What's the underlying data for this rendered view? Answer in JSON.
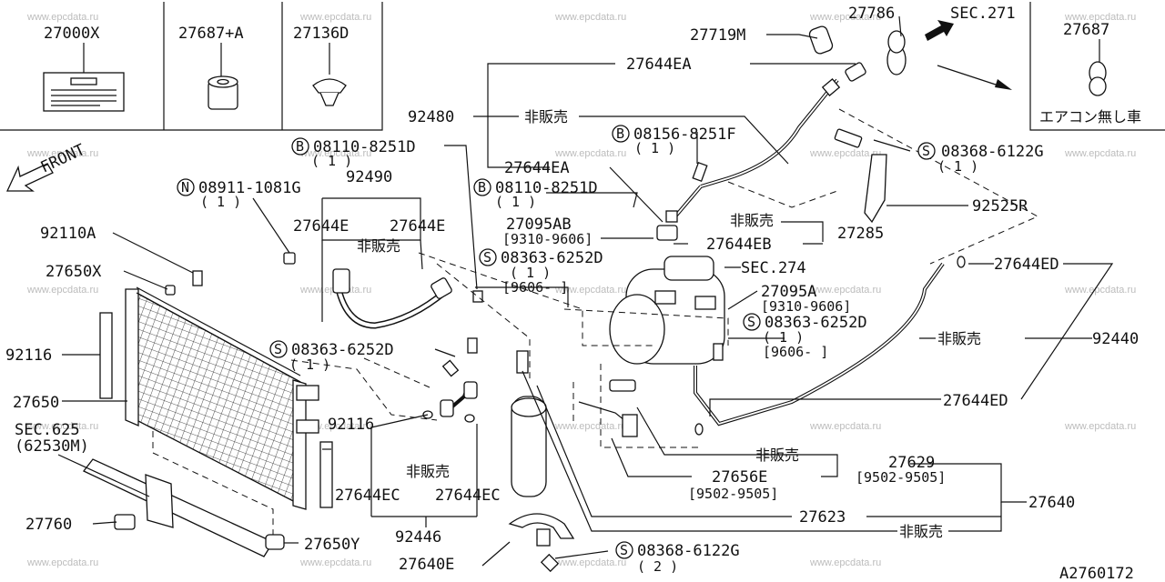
{
  "watermark": "www.epcdata.ru",
  "diagram_id": "A2760172",
  "front_label": "FRONT",
  "sec_271": "SEC.271",
  "sec_274": "SEC.274",
  "sec_625": "SEC.625",
  "sec_625_sub": "(62530M)",
  "inset_note": "エアコン無し車",
  "not_sold": "非販売",
  "parts": {
    "p27000X": "27000X",
    "p27687A": "27687+A",
    "p27136D": "27136D",
    "p27687": "27687",
    "p27786": "27786",
    "p27719M": "27719M",
    "p27644EA_top": "27644EA",
    "p92480": "92480",
    "b08156": "08156-8251F",
    "b08156_q": "( 1 )",
    "s08368_top": "08368-6122G",
    "s08368_top_q": "( 1 )",
    "p27644EA_mid": "27644EA",
    "p92525R": "92525R",
    "b08110_top": "08110-8251D",
    "b08110_top_q": "( 1 )",
    "p92490": "92490",
    "n08911": "08911-1081G",
    "n08911_q": "( 1 )",
    "b08110_mid": "08110-8251D",
    "b08110_mid_q": "( 1 )",
    "p27095AB": "27095AB",
    "p27095AB_d": "[9310-9606]",
    "p27285": "27285",
    "p27644EB": "27644EB",
    "p92110A": "92110A",
    "p27644E_1": "27644E",
    "p27644E_2": "27644E",
    "s08363_top": "08363-6252D",
    "s08363_top_q": "( 1 )",
    "s08363_top_d": "[9606-    ]",
    "p27644ED_top": "27644ED",
    "p27650X": "27650X",
    "p27095A": "27095A",
    "p27095A_d": "[9310-9606]",
    "s08363_right": "08363-6252D",
    "s08363_right_q": "( 1 )",
    "s08363_right_d": "[9606-    ]",
    "p92440": "92440",
    "p92116_left": "92116",
    "s08363_left": "08363-6252D",
    "s08363_left_q": "( 1 )",
    "p27644ED_bot": "27644ED",
    "p27650": "27650",
    "p92116_right": "92116",
    "p27629": "27629",
    "p27629_d": "[9502-9505]",
    "p27656E": "27656E",
    "p27656E_d": "[9502-9505]",
    "p27640": "27640",
    "p27644EC_1": "27644EC",
    "p27644EC_2": "27644EC",
    "p27623": "27623",
    "p27760": "27760",
    "p92446": "92446",
    "p27650Y": "27650Y",
    "s08368_bot": "08368-6122G",
    "s08368_bot_q": "( 2 )",
    "p27640E": "27640E"
  },
  "prefix": {
    "B": "B",
    "N": "N",
    "S": "S"
  }
}
